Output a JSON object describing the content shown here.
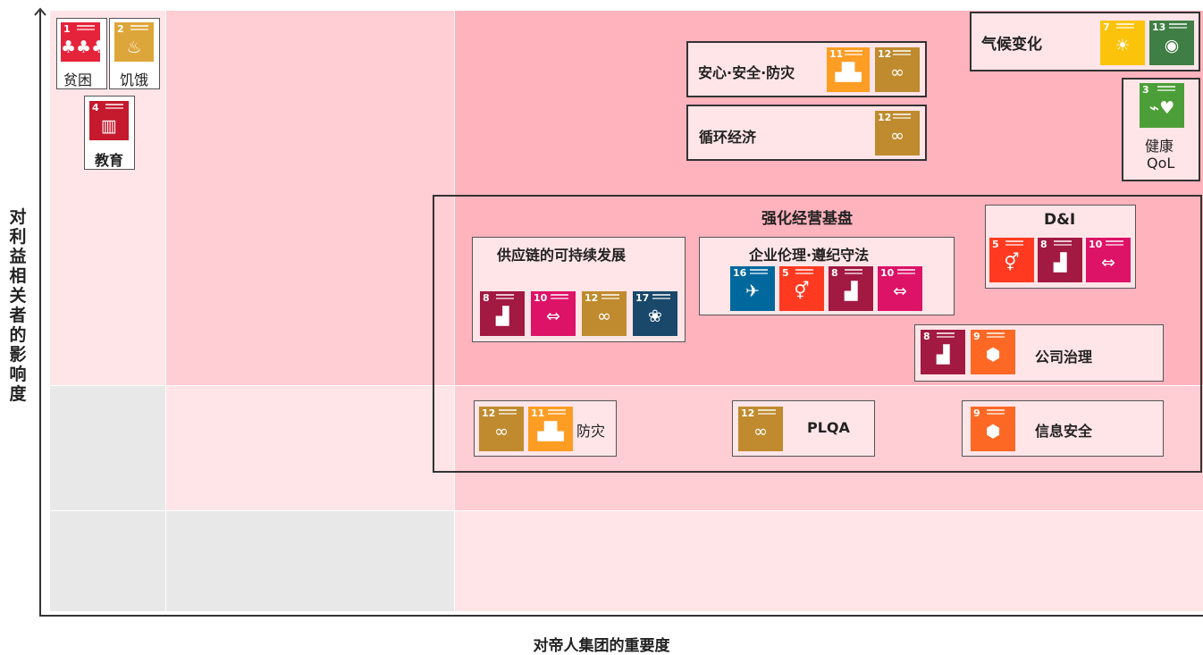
{
  "axes": {
    "y_label": "对利益相关者的影响度",
    "x_label": "对帝人集团的重要度"
  },
  "colors": {
    "pink_light": "#FFE5E8",
    "pink_mid": "#FFCDD4",
    "pink_strong": "#FFB3BD",
    "gray": "#E8E8E8",
    "sdg1": "#E5243B",
    "sdg2": "#DDA63A",
    "sdg3": "#4C9F38",
    "sdg4": "#C5192D",
    "sdg5": "#FF3A21",
    "sdg7": "#FCC30B",
    "sdg8": "#A21942",
    "sdg9": "#FD6925",
    "sdg10": "#DD1367",
    "sdg11": "#FD9D24",
    "sdg12": "#BF8B2E",
    "sdg13": "#3F7E44",
    "sdg16": "#00689D",
    "sdg17": "#19486A"
  },
  "topics": {
    "poverty": "贫困",
    "hunger": "饥饿",
    "education": "教育",
    "climate": "气候变化",
    "safety": "安心·安全·防灾",
    "circular": "循环经济",
    "health_l1": "健康",
    "health_l2": "QoL",
    "foundation": "强化经营基盘",
    "supply": "供应链的可持续发展",
    "ethics": "企业伦理·遵纪守法",
    "dni": "D&I",
    "governance": "公司治理",
    "disaster": "防灾",
    "plqa": "PLQA",
    "infosec": "信息安全"
  },
  "sdg_numbers": {
    "s1": "1",
    "s2": "2",
    "s3": "3",
    "s4": "4",
    "s5": "5",
    "s7": "7",
    "s8": "8",
    "s9": "9",
    "s10": "10",
    "s11": "11",
    "s12": "12",
    "s13": "13",
    "s16": "16",
    "s17": "17"
  },
  "sdg_icons": {
    "s1": "people-icon",
    "s2": "bowl-icon",
    "s3": "heartbeat-icon",
    "s4": "book-icon",
    "s5": "gender-icon",
    "s7": "sun-icon",
    "s8": "growth-chart-icon",
    "s9": "cubes-icon",
    "s10": "equality-icon",
    "s11": "buildings-icon",
    "s12": "infinity-icon",
    "s13": "eye-icon",
    "s16": "dove-icon",
    "s17": "flower-icon"
  }
}
